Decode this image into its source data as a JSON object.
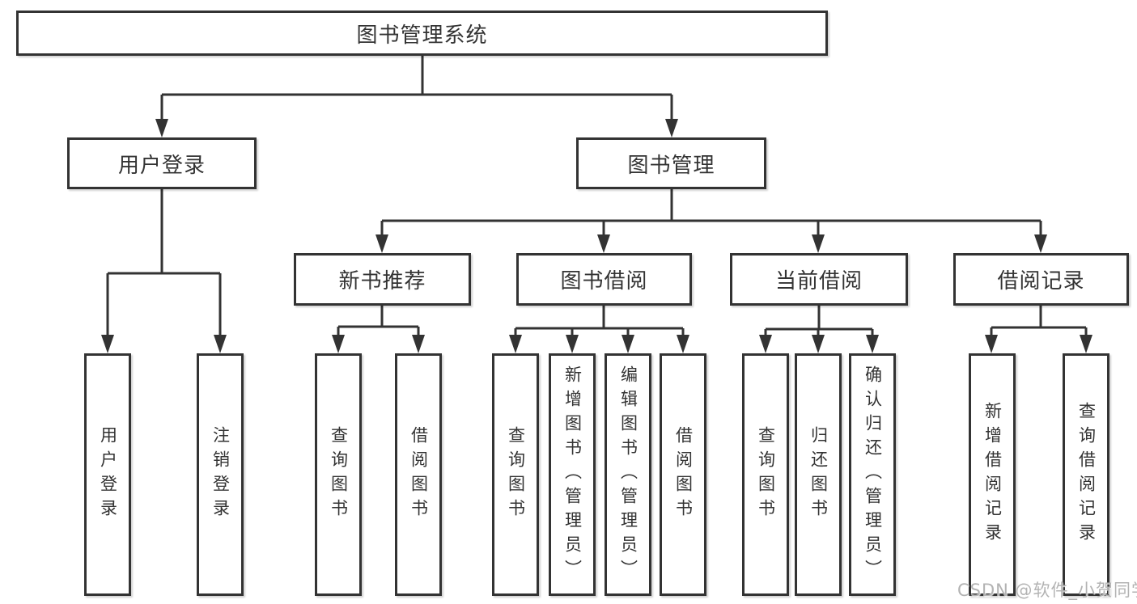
{
  "tree": {
    "label": "图书管理系统",
    "children": [
      {
        "label": "用户登录",
        "children": [
          {
            "label": "用户登录"
          },
          {
            "label": "注销登录"
          }
        ]
      },
      {
        "label": "图书管理",
        "children": [
          {
            "label": "新书推荐",
            "children": [
              {
                "label": "查询图书"
              },
              {
                "label": "借阅图书"
              }
            ]
          },
          {
            "label": "图书借阅",
            "children": [
              {
                "label": "查询图书"
              },
              {
                "label": "新增图书（管理员）"
              },
              {
                "label": "编辑图书（管理员）"
              },
              {
                "label": "借阅图书"
              }
            ]
          },
          {
            "label": "当前借阅",
            "children": [
              {
                "label": "查询图书"
              },
              {
                "label": "归还图书"
              },
              {
                "label": "确认归还（管理员）"
              }
            ]
          },
          {
            "label": "借阅记录",
            "children": [
              {
                "label": "新增借阅记录"
              },
              {
                "label": "查询借阅记录"
              }
            ]
          }
        ]
      }
    ]
  },
  "watermark": {
    "text": "CSDN @软件_小贺同学"
  },
  "colors": {
    "line": "#333333",
    "box_border": "#333333",
    "text": "#333333",
    "background": "#ffffff",
    "watermark": "#b3b3b3"
  }
}
